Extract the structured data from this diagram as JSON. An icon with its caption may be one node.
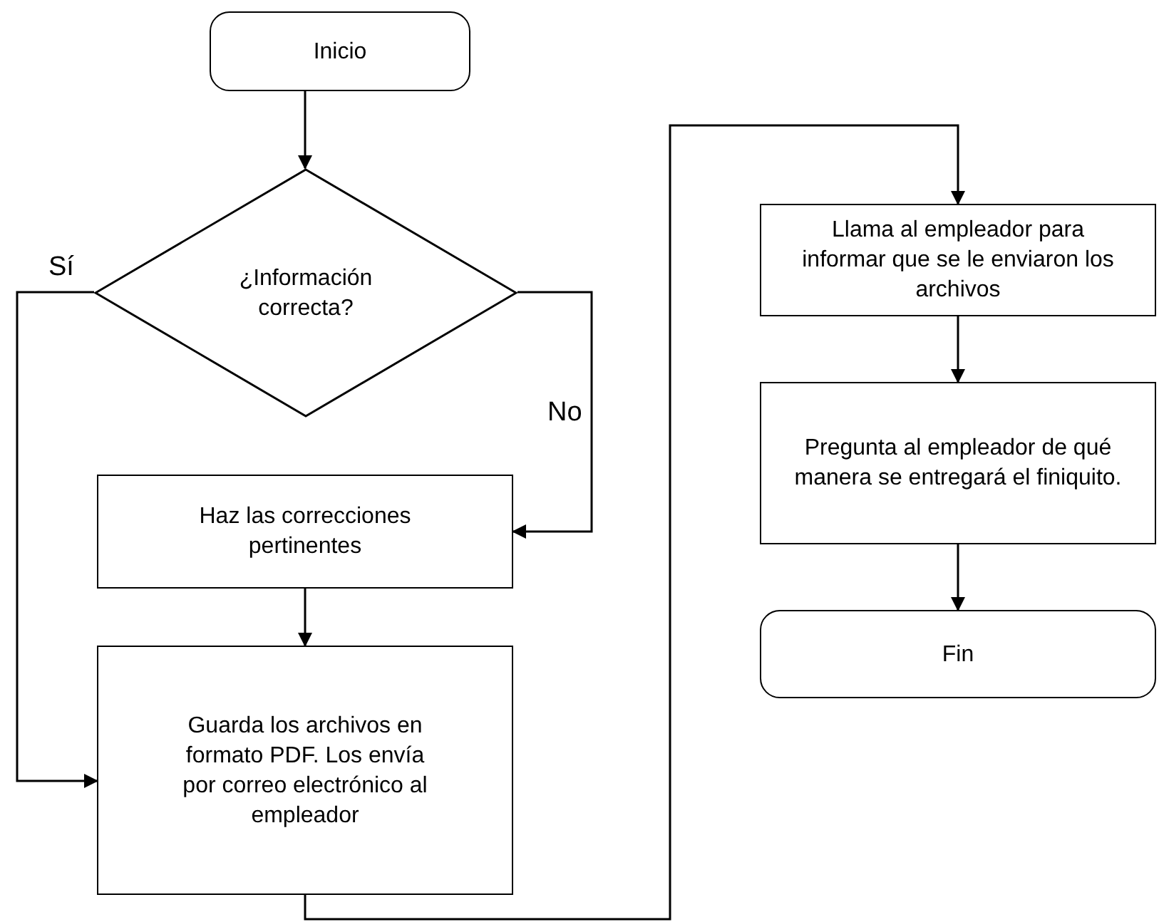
{
  "diagram": {
    "nodes": [
      {
        "text": [
          "Inicio"
        ]
      },
      {
        "text": [
          "¿Información correcta?"
        ]
      },
      {
        "text": [
          "Haz las correcciones pertinentes"
        ]
      },
      {
        "text": [
          "Guarda los archivos en formato PDF. Los envía por correo electrónico al empleador"
        ]
      },
      {
        "text": [
          "Llama al empleador para informar que se le enviaron los archivos"
        ]
      },
      {
        "text": [
          "Pregunta al empleador de qué manera se entregará el finiquito."
        ]
      },
      {
        "text": [
          "Fin"
        ]
      }
    ],
    "edges": [
      {
        "from": 0,
        "to": 1,
        "arrow": "to"
      },
      {
        "from": 1,
        "to": 2,
        "arrow": "to",
        "label": "No"
      },
      {
        "from": 1,
        "to": 3,
        "arrow": "to",
        "label": "Sí"
      },
      {
        "from": 2,
        "to": 3,
        "arrow": "to"
      },
      {
        "from": 3,
        "to": 4,
        "arrow": "to"
      },
      {
        "from": 4,
        "to": 5,
        "arrow": "to"
      },
      {
        "from": 5,
        "to": 6,
        "arrow": "to"
      }
    ]
  }
}
